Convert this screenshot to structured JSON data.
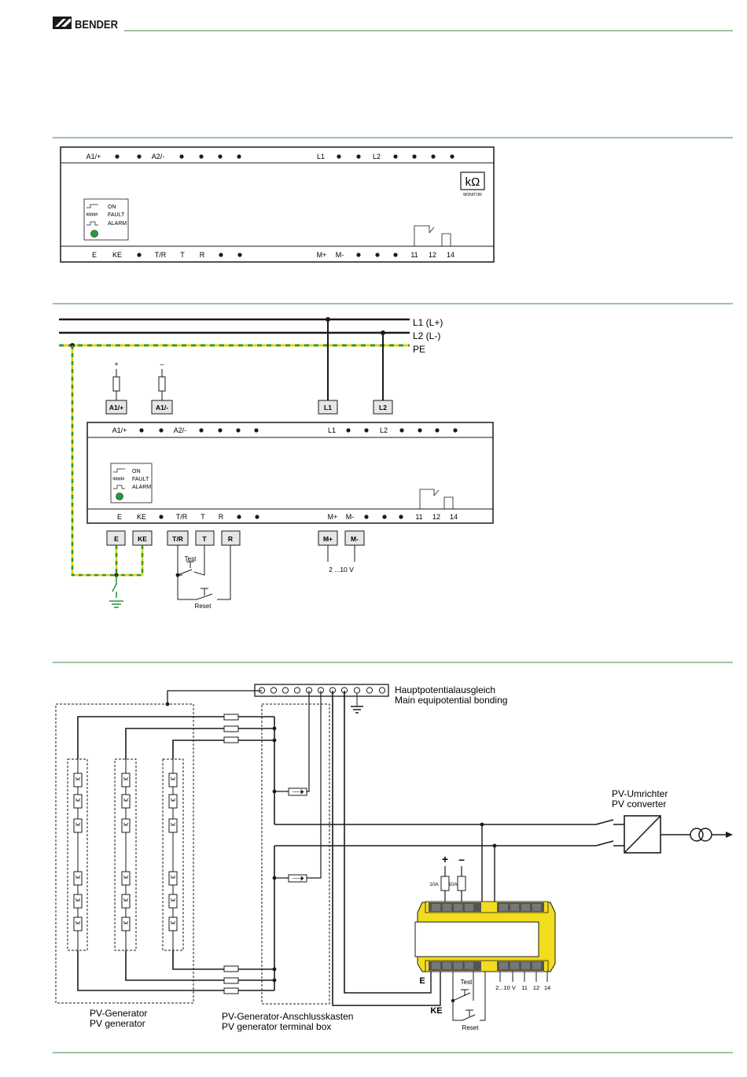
{
  "header": {
    "brand": "BENDER"
  },
  "device_front": {
    "top_terminals_left": [
      "A1/+",
      "A2/-"
    ],
    "top_terminals_right": [
      "L1",
      "L2"
    ],
    "bottom_terminals_left": [
      "E",
      "KE",
      "T/R",
      "T",
      "R"
    ],
    "bottom_terminals_right": [
      "M+",
      "M-",
      "11",
      "12",
      "14"
    ],
    "led_labels": [
      "ON",
      "FAULT",
      "ALARM"
    ],
    "monitor_symbol": "kΩ",
    "monitor_label": "MONITOR",
    "colors": {
      "led": "#1e9e3a"
    }
  },
  "wiring": {
    "line_labels": [
      "L1 (L+)",
      "L2 (L-)",
      "PE"
    ],
    "supply_plus": "+",
    "supply_minus": "–",
    "terminal_boxes_top": [
      "A1/+",
      "A1/-",
      "L1",
      "L2"
    ],
    "terminal_boxes_bottom": [
      "E",
      "KE",
      "T/R",
      "T",
      "R",
      "M+",
      "M-"
    ],
    "test_label": "Test",
    "reset_label": "Reset",
    "analog_label": "2 ...10 V",
    "colors": {
      "pe_yellow": "#e8d200",
      "pe_green": "#2f9a3b"
    }
  },
  "pv_system": {
    "bonding_label_de": "Hauptpotentialausgleich",
    "bonding_label_en": "Main equipotential bonding",
    "converter_label_de": "PV-Umrichter",
    "converter_label_en": "PV converter",
    "generator_label_de": "PV-Generator",
    "generator_label_en": "PV generator",
    "terminal_box_label_de": "PV-Generator-Anschlusskasten",
    "terminal_box_label_en": "PV generator terminal box",
    "fuse_labels": [
      "10A",
      "10A"
    ],
    "plus": "+",
    "minus": "–",
    "terminal_e": "E",
    "terminal_ke": "KE",
    "test_label": "Test",
    "reset_label": "Reset",
    "bottom_terminals": [
      "2...10 V",
      "11",
      "12",
      "14"
    ],
    "colors": {
      "device_yellow": "#f2dc1e",
      "device_dark": "#555555"
    }
  }
}
